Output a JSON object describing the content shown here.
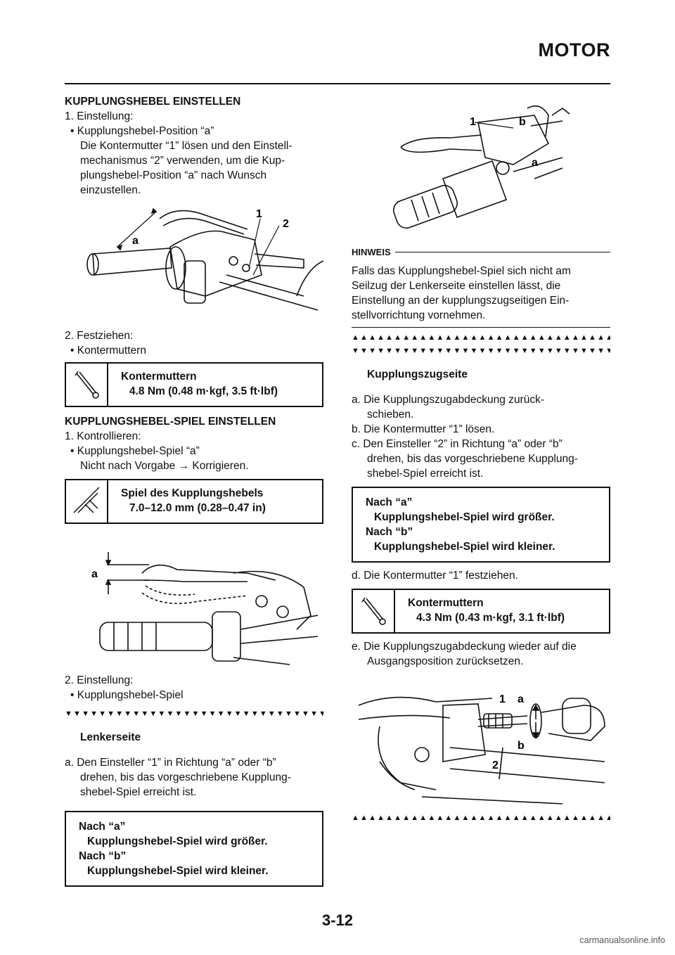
{
  "header": {
    "title": "MOTOR",
    "page_number": "3-12"
  },
  "watermark": "carmanualsonline.info",
  "left": {
    "sec1_title": "KUPPLUNGSHEBEL EINSTELLEN",
    "sec1_step1": "1. Einstellung:",
    "sec1_bullet1": "• Kupplungshebel-Position “a”",
    "sec1_text1a": "Die Kontermutter “1” lösen und den Einstell-",
    "sec1_text1b": "mechanismus “2” verwenden, um die Kup-",
    "sec1_text1c": "plungshebel-Position “a” nach Wunsch",
    "sec1_text1d": "einzustellen.",
    "fig1_labels": {
      "a": "a",
      "n1": "1",
      "n2": "2"
    },
    "sec1_step2": "2. Festziehen:",
    "sec1_bullet2": "• Kontermuttern",
    "spec1": {
      "name": "Kontermuttern",
      "value": "4.8 Nm (0.48 m·kgf, 3.5 ft·lbf)"
    },
    "sec2_title": "KUPPLUNGSHEBEL-SPIEL EINSTELLEN",
    "sec2_step1": "1. Kontrollieren:",
    "sec2_bullet1": "• Kupplungshebel-Spiel “a”",
    "sec2_text1": "Nicht nach Vorgabe → Korrigieren.",
    "spec2": {
      "name": "Spiel des Kupplungshebels",
      "value": "7.0–12.0 mm (0.28–0.47 in)"
    },
    "fig2_labels": {
      "a": "a"
    },
    "sec2_step2": "2. Einstellung:",
    "sec2_bullet2": "• Kupplungshebel-Spiel",
    "triangles_down": "▼▼▼▼▼▼▼▼▼▼▼▼▼▼▼▼▼▼▼▼▼▼▼▼▼▼▼▼▼▼▼▼▼",
    "sub_title": "Lenkerseite",
    "step_a1": "a. Den Einsteller “1” in Richtung “a” oder “b”",
    "step_a2": "drehen, bis das vorgeschriebene Kupplung-",
    "step_a3": "shebel-Spiel erreicht ist.",
    "note1": {
      "l1": "Nach “a”",
      "l2": "Kupplungshebel-Spiel wird größer.",
      "l3": "Nach “b”",
      "l4": "Kupplungshebel-Spiel wird kleiner."
    }
  },
  "right": {
    "fig3_labels": {
      "n1": "1",
      "b": "b",
      "a": "a"
    },
    "hinweis_label": "HINWEIS",
    "hinweis_1": "Falls das Kupplungshebel-Spiel sich nicht am",
    "hinweis_2": "Seilzug der Lenkerseite einstellen lässt, die",
    "hinweis_3": "Einstellung an der kupplungszugseitigen Ein-",
    "hinweis_4": "stellvorrichtung vornehmen.",
    "triangles_up": "▲▲▲▲▲▲▲▲▲▲▲▲▲▲▲▲▲▲▲▲▲▲▲▲▲▲▲▲▲▲▲▲▲",
    "triangles_down": "▼▼▼▼▼▼▼▼▼▼▼▼▼▼▼▼▼▼▼▼▼▼▼▼▼▼▼▼▼▼▼▼▼",
    "sub_title": "Kupplungszugseite",
    "step_a1": "a. Die Kupplungszugabdeckung zurück-",
    "step_a2": "schieben.",
    "step_b": "b. Die Kontermutter “1” lösen.",
    "step_c1": "c. Den Einsteller “2” in Richtung “a” oder “b”",
    "step_c2": "drehen, bis das vorgeschriebene Kupplung-",
    "step_c3": "shebel-Spiel erreicht ist.",
    "note2": {
      "l1": "Nach “a”",
      "l2": "Kupplungshebel-Spiel wird größer.",
      "l3": "Nach “b”",
      "l4": "Kupplungshebel-Spiel wird kleiner."
    },
    "step_d": "d. Die Kontermutter “1” festziehen.",
    "spec3": {
      "name": "Kontermuttern",
      "value": "4.3 Nm (0.43 m·kgf, 3.1 ft·lbf)"
    },
    "step_e1": "e. Die Kupplungszugabdeckung wieder auf die",
    "step_e2": "Ausgangsposition zurücksetzen.",
    "fig4_labels": {
      "n1": "1",
      "a": "a",
      "b": "b",
      "n2": "2"
    },
    "triangles_up_end": "▲▲▲▲▲▲▲▲▲▲▲▲▲▲▲▲▲▲▲▲▲▲▲▲▲▲▲▲▲▲▲▲▲"
  }
}
